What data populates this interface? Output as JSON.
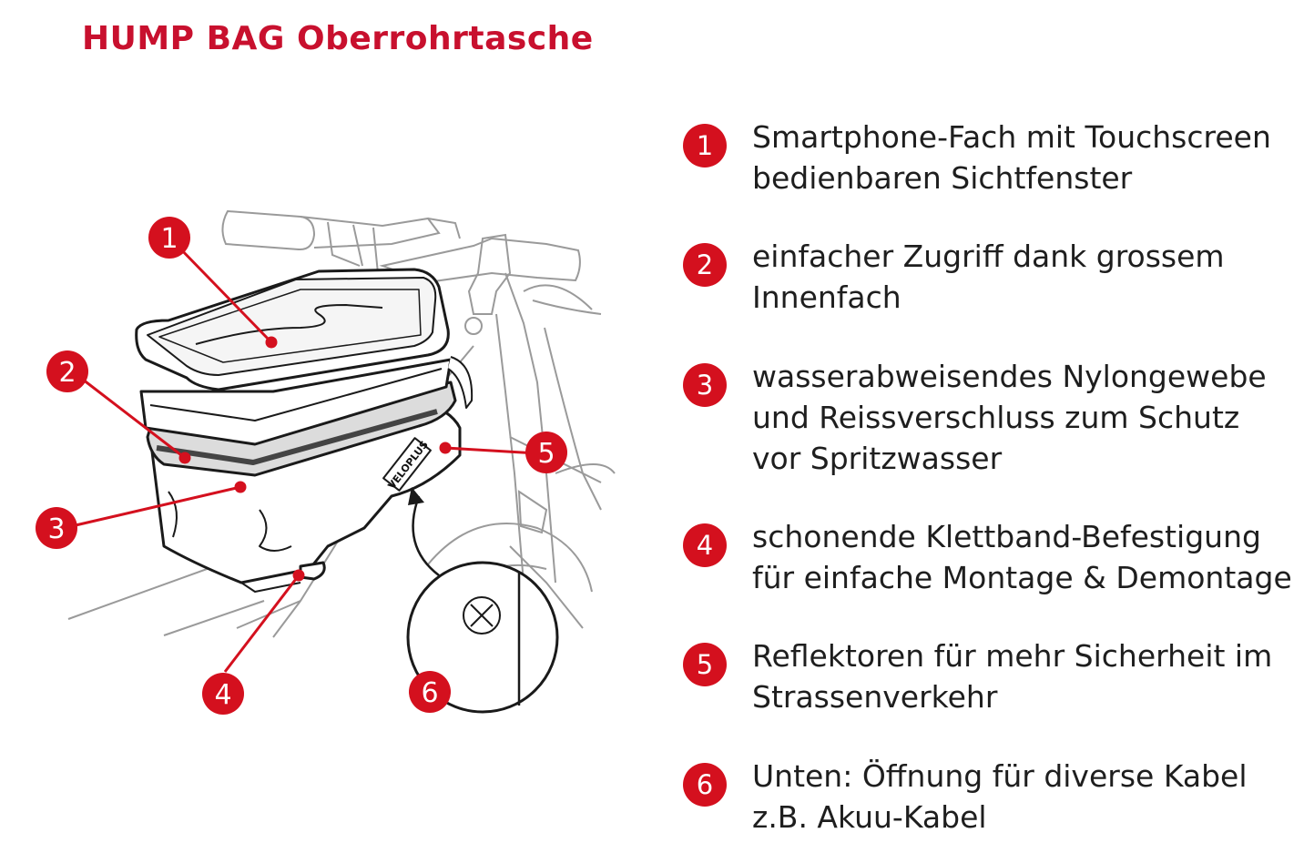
{
  "title": "HUMP BAG Oberrohrtasche",
  "brand_label": "VELOPLUS",
  "accent_color": "#d4101e",
  "icons": {
    "cable_port": "x-in-circle-icon"
  },
  "callouts": [
    "1",
    "2",
    "3",
    "4",
    "5",
    "6"
  ],
  "features": [
    {
      "number": "1",
      "lines": [
        "Smartphone-Fach mit Touchscreen",
        "bedienbaren Sichtfenster"
      ]
    },
    {
      "number": "2",
      "lines": [
        "einfacher Zugriff dank grossem",
        "Innenfach"
      ]
    },
    {
      "number": "3",
      "lines": [
        "wasserabweisendes Nylongewebe",
        "und Reissverschluss zum Schutz",
        "vor Spritzwasser"
      ]
    },
    {
      "number": "4",
      "lines": [
        "schonende Klettband-Befestigung",
        "für einfache Montage & Demontage"
      ]
    },
    {
      "number": "5",
      "lines": [
        "Reflektoren für mehr Sicherheit im",
        "Strassenverkehr"
      ]
    },
    {
      "number": "6",
      "lines": [
        "Unten: Öffnung für diverse Kabel",
        "z.B. Akuu-Kabel"
      ]
    }
  ]
}
